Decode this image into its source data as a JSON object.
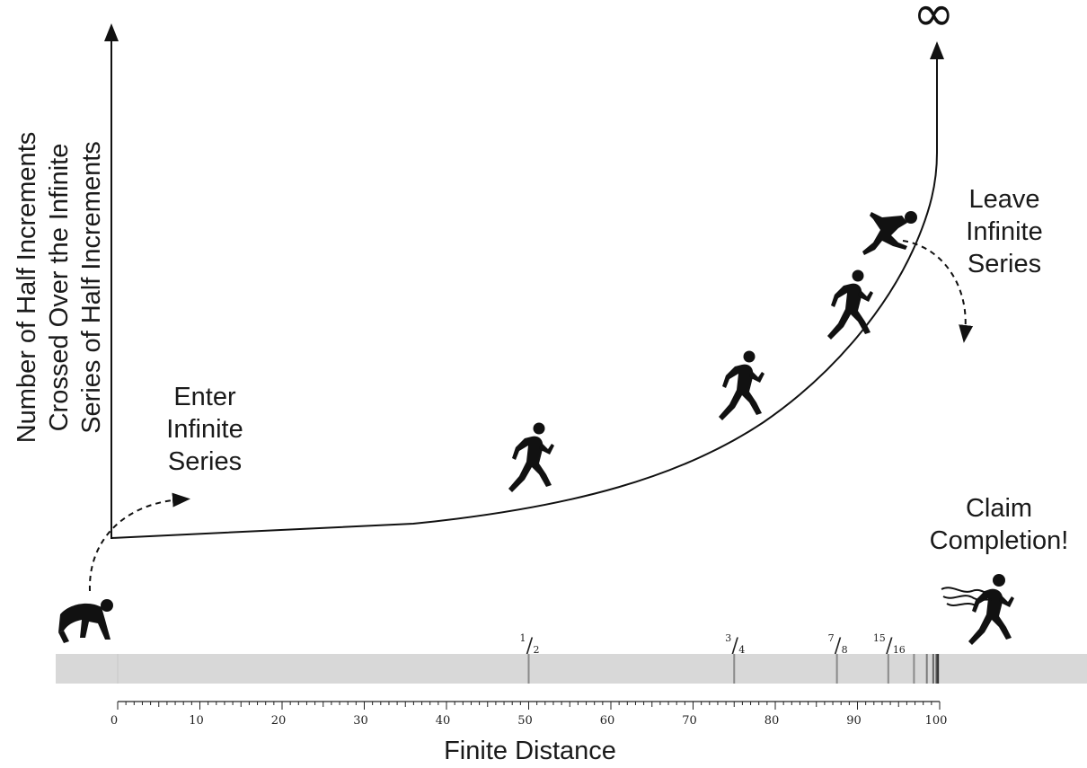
{
  "y_axis_label": [
    "Number of Half Increments",
    "Crossed Over the Infinite",
    "Series of Half Increments"
  ],
  "x_axis_label": "Finite Distance",
  "infinity_symbol": "∞",
  "annotations": {
    "enter": [
      "Enter",
      "Infinite",
      "Series"
    ],
    "leave": [
      "Leave",
      "Infinite",
      "Series"
    ],
    "claim": [
      "Claim",
      "Completion!"
    ]
  },
  "scale": {
    "ticks": [
      0,
      10,
      20,
      30,
      40,
      50,
      60,
      70,
      80,
      90,
      100
    ],
    "min": 0,
    "max": 100,
    "minor_step": 1
  },
  "fraction_marks": [
    {
      "numerator": "1",
      "denominator": "2",
      "value": 50
    },
    {
      "numerator": "3",
      "denominator": "4",
      "value": 75
    },
    {
      "numerator": "7",
      "denominator": "8",
      "value": 87.5
    },
    {
      "numerator": "15",
      "denominator": "16",
      "value": 93.75
    }
  ],
  "unlabeled_marks": [
    96.875,
    98.4375,
    99.21875,
    99.609,
    99.8
  ]
}
